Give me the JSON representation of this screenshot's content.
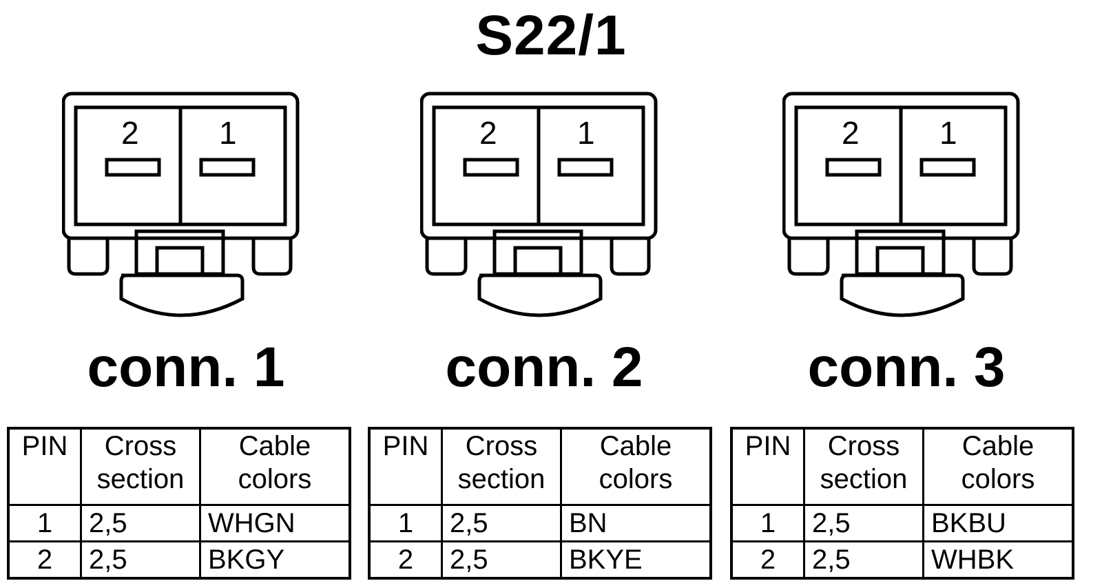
{
  "title": "S22/1",
  "connectors": [
    {
      "label": "conn. 1",
      "pin_labels": [
        "2",
        "1"
      ],
      "table": {
        "headers": [
          "PIN",
          "Cross section",
          "Cable colors"
        ],
        "rows": [
          {
            "pin": "1",
            "cross_section": "2,5",
            "color": "WHGN"
          },
          {
            "pin": "2",
            "cross_section": "2,5",
            "color": "BKGY"
          }
        ]
      }
    },
    {
      "label": "conn. 2",
      "pin_labels": [
        "2",
        "1"
      ],
      "table": {
        "headers": [
          "PIN",
          "Cross section",
          "Cable colors"
        ],
        "rows": [
          {
            "pin": "1",
            "cross_section": "2,5",
            "color": "BN"
          },
          {
            "pin": "2",
            "cross_section": "2,5",
            "color": "BKYE"
          }
        ]
      }
    },
    {
      "label": "conn. 3",
      "pin_labels": [
        "2",
        "1"
      ],
      "table": {
        "headers": [
          "PIN",
          "Cross section",
          "Cable colors"
        ],
        "rows": [
          {
            "pin": "1",
            "cross_section": "2,5",
            "color": "BKBU"
          },
          {
            "pin": "2",
            "cross_section": "2,5",
            "color": "WHBK"
          }
        ]
      }
    }
  ]
}
